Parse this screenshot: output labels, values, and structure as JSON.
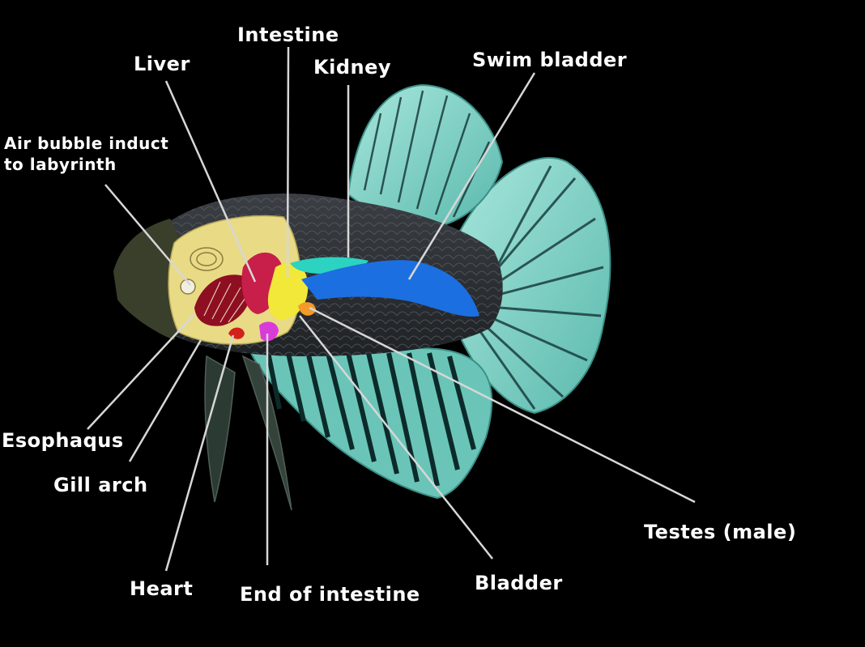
{
  "diagram": {
    "labels": {
      "intestine": "Intestine",
      "liver": "Liver",
      "kidney": "Kidney",
      "swim_bladder": "Swim bladder",
      "air_bubble_line1": "Air bubble induct",
      "air_bubble_line2": "to labyrinth",
      "esophagus": "Esophaqus",
      "gill_arch": "Gill arch",
      "heart": "Heart",
      "end_of_intestine": "End of intestine",
      "bladder": "Bladder",
      "testes": "Testes (male)"
    },
    "colors": {
      "background": "#000000",
      "fin_teal": "#7fd3c6",
      "stripe_dark": "#0d2a2b",
      "body_scales": "#2b2f33",
      "head_olive": "#3a3f2c",
      "head_cutaway": "#e9da86",
      "liver": "#c81e4a",
      "intestine": "#f2e83a",
      "kidney": "#2bd3c0",
      "swim_bladder": "#1c6fe0",
      "end_of_intestine": "#d93bd9",
      "gill_red": "#8e0f22",
      "bladder": "#f29a2a",
      "pointer_line": "#d7d7d7"
    }
  }
}
